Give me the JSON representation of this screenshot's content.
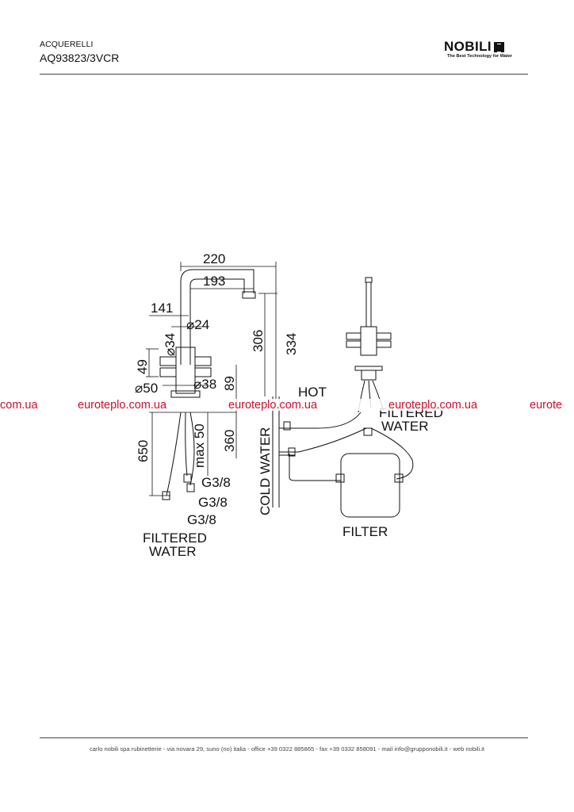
{
  "header": {
    "series": "ACQUERELLI",
    "model": "AQ93823/3VCR",
    "brand": "NOBILI",
    "tagline": "The Best Technology for Water"
  },
  "drawing": {
    "dimensions": {
      "d220": "220",
      "d193": "193",
      "d141": "141",
      "d24": "⌀24",
      "d34": "⌀34",
      "d306": "306",
      "d334": "334",
      "d49": "49",
      "d50": "⌀50",
      "d38": "⌀38",
      "d89": "89",
      "d650": "650",
      "dmax50": "max 50",
      "d360": "360",
      "g1": "G3/8",
      "g2": "G3/8",
      "g3": "G3/8"
    },
    "labels": {
      "filtered_water_left_1": "FILTERED",
      "filtered_water_left_2": "WATER",
      "hot": "HOT",
      "filtered_water_right_1": "FILTERED",
      "filtered_water_right_2": "WATER",
      "cold_water": "COLD WATER",
      "filter": "FILTER"
    },
    "watermark": [
      "com.ua",
      "euroteplo.com.ua",
      "euroteplo.com.ua",
      "euroteplo.com.ua",
      "eurote"
    ]
  },
  "footer": {
    "text": "carlo nobili spa rubinetterie - via novara 29, suno (no) italia - office +39 0322 885865 - fax +39 0332 858091 - mail info@grupponobili.it - web nobili.it"
  },
  "colors": {
    "watermark": "#c8102e",
    "line": "#111111"
  }
}
